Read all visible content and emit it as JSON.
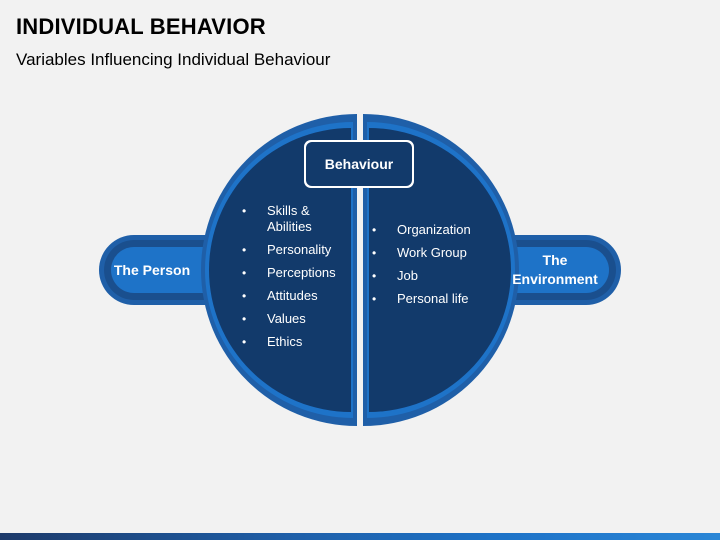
{
  "header": {
    "title": "INDIVIDUAL BEHAVIOR",
    "subtitle": "Variables Influencing Individual Behaviour"
  },
  "diagram": {
    "center_label": "Behaviour",
    "left_label": "The Person",
    "right_label_line1": "The",
    "right_label_line2": "Environment",
    "person_items": [
      "Skills & Abilities",
      "Personality",
      "Perceptions",
      "Attitudes",
      "Values",
      "Ethics"
    ],
    "environment_items": [
      "Organization",
      "Work Group",
      "Job",
      "Personal life"
    ]
  },
  "colors": {
    "dark_navy": "#123a6b",
    "medium_blue": "#1f5fa8",
    "bright_blue": "#1e73c8",
    "background": "#f2f2f2"
  }
}
